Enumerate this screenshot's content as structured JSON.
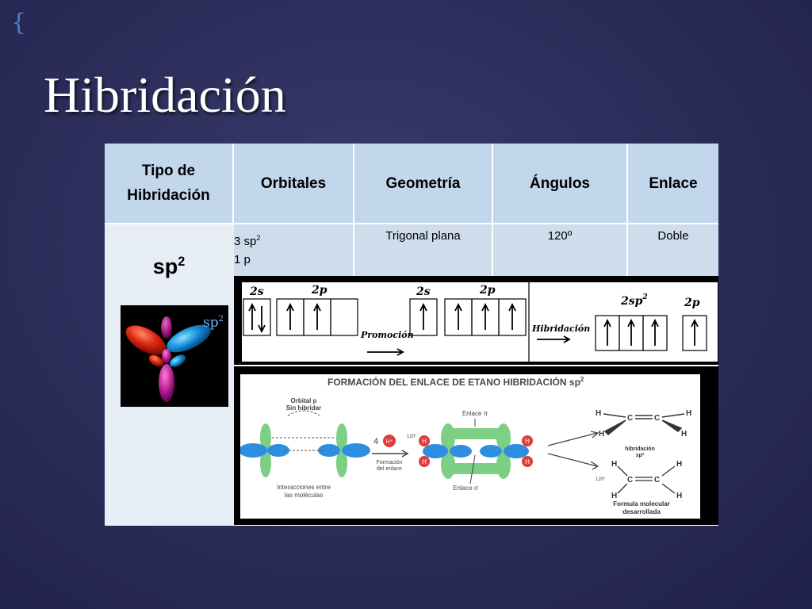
{
  "slide": {
    "brace": "{",
    "title": "Hibridación"
  },
  "table": {
    "headers": {
      "tipo_line1": "Tipo de",
      "tipo_line2": "Hibridación",
      "orbitales": "Orbitales",
      "geometria": "Geometría",
      "angulos": "Ángulos",
      "enlace": "Enlace"
    },
    "row": {
      "tipo_base": "sp",
      "tipo_sup": "2",
      "orbitales_line1_base": "3 sp",
      "orbitales_line1_sup": "2",
      "orbitales_line2": "1 p",
      "geometria": "Trigonal plana",
      "angulos": "120º",
      "enlace": "Doble"
    }
  },
  "sp2_image": {
    "label_base": "sp",
    "label_sup": "2"
  },
  "box_diagram": {
    "ground_2s": "2s",
    "ground_2p": "2p",
    "promotion": "Promoción",
    "excited_2s": "2s",
    "excited_2p": "2p",
    "hybridization": "Hibridación",
    "hybrid_sp2": "2sp",
    "hybrid_sp2_sup": "2",
    "hybrid_2p": "2p"
  },
  "bond_diagram": {
    "title": "FORMACIÓN DEL ENLACE DE ETANO HIBRIDACIÓN sp",
    "title_sup": "2",
    "orbital_p_line1": "Orbital p",
    "orbital_p_line2": "Sin hibridar",
    "interacciones_line1": "Interacciones entre",
    "interacciones_line2": "las moléculas",
    "step_number": "4",
    "step_h": "H⁺",
    "formacion_line1": "Formación",
    "formacion_line2": "del enlace",
    "angle_small": "120°",
    "enlace_pi": "Enlace π",
    "enlace_sigma": "Enlace σ",
    "hibridacion_line1": "hibridación",
    "hibridacion_line2": "sp²",
    "angle_right": "120°",
    "formula_line1": "Formula molecular",
    "formula_line2": "desarrollada",
    "atom_h": "H",
    "atom_c": "C"
  },
  "colors": {
    "header_bg": "#c2d6ec",
    "row_bg": "#cedcec",
    "left_bg": "#e8eef6",
    "orbital_green": "#7ccf84",
    "orbital_blue": "#2e8fe0",
    "hydrogen_red": "#e23b3b"
  }
}
